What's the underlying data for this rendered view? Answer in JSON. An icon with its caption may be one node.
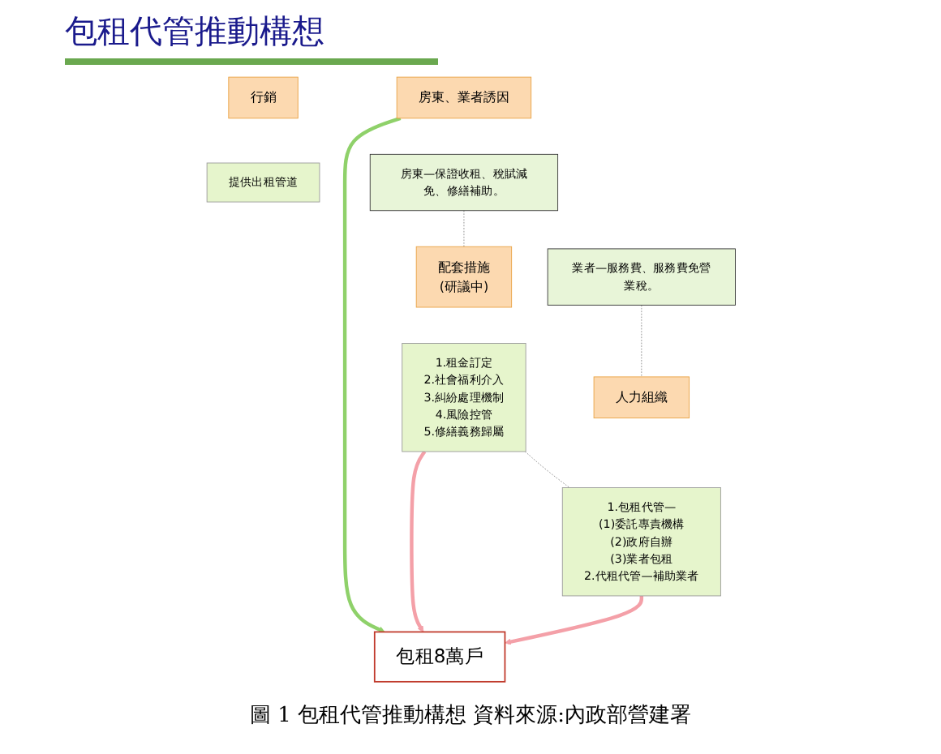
{
  "diagram": {
    "title": "包租代管推動構想",
    "caption": "圖 1 包租代管推動構想 資料來源:內政部營建署",
    "nodes": [
      {
        "text": [
          "房東、業者誘因"
        ]
      },
      {
        "text": [
          "房東—保證收租、稅賦減免、修繕補助。"
        ]
      },
      {
        "text": [
          "業者—服務費、服務費免營業稅。"
        ]
      },
      {
        "text": [
          "配套措施",
          "(研議中)"
        ]
      },
      {
        "text": [
          "1.租金訂定",
          "2.社會福利介入",
          "3.糾紛處理機制",
          "4.風險控管",
          "5.修繕義務歸屬"
        ]
      },
      {
        "text": [
          "包租8萬戶"
        ]
      },
      {
        "text": [
          "行銷"
        ]
      },
      {
        "text": [
          "提供出租管道"
        ]
      },
      {
        "text": [
          "人力組織"
        ]
      },
      {
        "text": [
          "1.包租代管—",
          "(1)委託專責機構",
          "(2)政府自辦",
          "(3)業者包租",
          "2.代租代管—補助業者"
        ]
      }
    ],
    "edges": [
      {
        "from": 0,
        "to": 5,
        "arrow": "to",
        "style": "thick",
        "color": "#8fd16a"
      },
      {
        "from": 4,
        "to": 5,
        "arrow": "to",
        "style": "thick",
        "color": "#f4a0a8"
      },
      {
        "from": 9,
        "to": 5,
        "arrow": "to",
        "style": "thick",
        "color": "#f4a0a8"
      },
      {
        "from": 1,
        "to": 3,
        "arrow": "none",
        "style": "dashed",
        "color": "#888888"
      },
      {
        "from": 2,
        "to": 8,
        "arrow": "none",
        "style": "dashed",
        "color": "#888888"
      },
      {
        "from": 4,
        "to": 9,
        "arrow": "none",
        "style": "dashed",
        "color": "#888888"
      }
    ]
  }
}
